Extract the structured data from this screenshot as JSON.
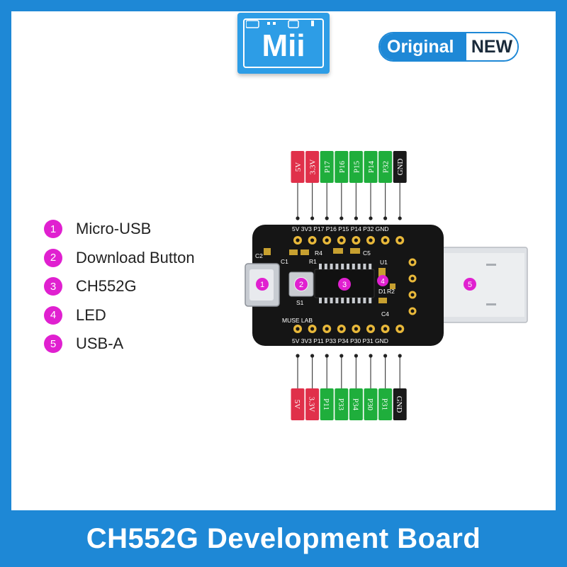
{
  "logo": {
    "text": "Mii"
  },
  "badge": {
    "left": "Original",
    "right": "NEW"
  },
  "legend": [
    {
      "num": "1",
      "label": "Micro-USB"
    },
    {
      "num": "2",
      "label": "Download Button"
    },
    {
      "num": "3",
      "label": "CH552G"
    },
    {
      "num": "4",
      "label": "LED"
    },
    {
      "num": "5",
      "label": "USB-A"
    }
  ],
  "top_pins": [
    {
      "label": "5V",
      "color": "#e0304a"
    },
    {
      "label": "3.3V",
      "color": "#e0304a"
    },
    {
      "label": "P17",
      "color": "#1fae3c"
    },
    {
      "label": "P16",
      "color": "#1fae3c"
    },
    {
      "label": "P15",
      "color": "#1fae3c"
    },
    {
      "label": "P14",
      "color": "#1fae3c"
    },
    {
      "label": "P32",
      "color": "#1fae3c"
    },
    {
      "label": "GND",
      "color": "#1a1a1a"
    }
  ],
  "bottom_pins": [
    {
      "label": "5V",
      "color": "#e0304a"
    },
    {
      "label": "3.3V",
      "color": "#e0304a"
    },
    {
      "label": "P11",
      "color": "#1fae3c"
    },
    {
      "label": "P33",
      "color": "#1fae3c"
    },
    {
      "label": "P34",
      "color": "#1fae3c"
    },
    {
      "label": "P30",
      "color": "#1fae3c"
    },
    {
      "label": "P31",
      "color": "#1fae3c"
    },
    {
      "label": "GND",
      "color": "#1a1a1a"
    }
  ],
  "silkscreen": {
    "top_row": "5V  3V3 P17 P16 P15 P14 P32 GND",
    "bottom_row": "5V  3V3 P11 P33 P34 P30 P31 GND",
    "brand": "MUSE LAB",
    "refs": [
      "C2",
      "C1",
      "R1",
      "R4",
      "C5",
      "U1",
      "D1",
      "R2",
      "C4",
      "S1"
    ]
  },
  "markers": [
    "1",
    "2",
    "3",
    "4",
    "5"
  ],
  "footer": {
    "title": "CH552G Development Board"
  },
  "colors": {
    "frame": "#1e88d6",
    "marker": "#e020d0",
    "board": "#151515",
    "gold": "#e8b83a"
  }
}
